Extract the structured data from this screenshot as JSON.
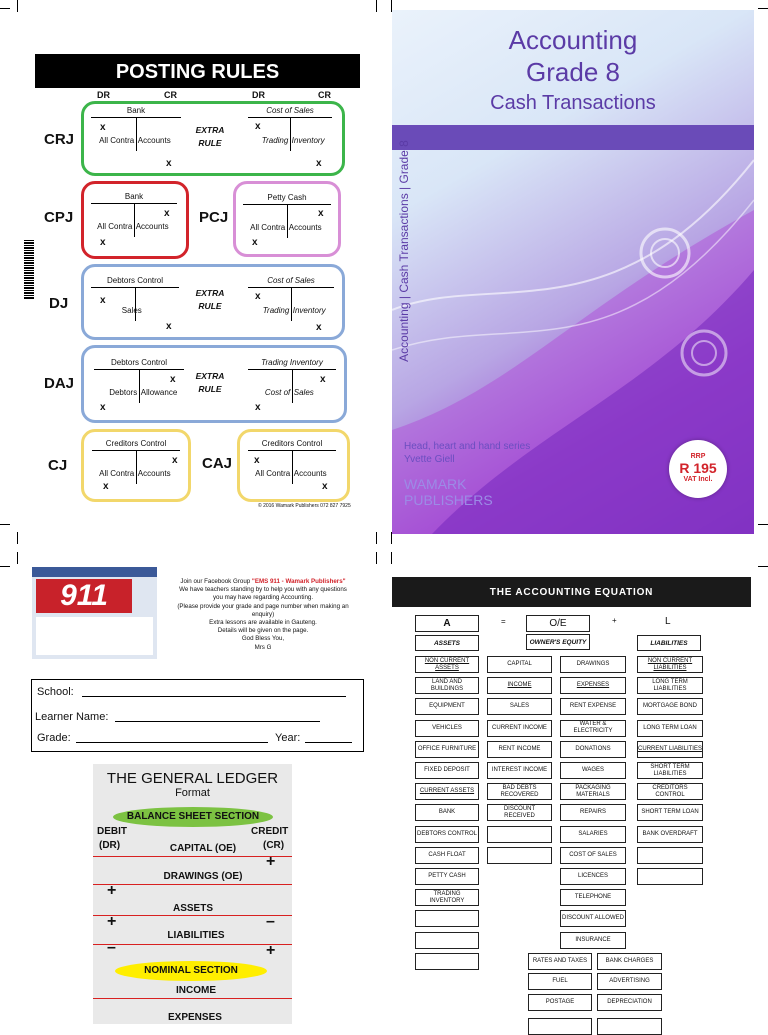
{
  "posting_rules": {
    "title": "POSTING RULES",
    "dr": "DR",
    "cr": "CR",
    "journals": [
      "CRJ",
      "CPJ",
      "PCJ",
      "DJ",
      "DAJ",
      "CJ",
      "CAJ"
    ],
    "extra_rule": [
      "EXTRA",
      "RULE"
    ],
    "accounts": {
      "bank": "Bank",
      "cost_of_sales": "Cost of Sales",
      "petty_cash": "Petty Cash",
      "debtors_control": "Debtors Control",
      "creditors_control": "Creditors Control",
      "trading_inventory": "Trading Inventory",
      "all_contra": "All Contra",
      "accounts": "Accounts",
      "trading": "Trading",
      "inventory": "Inventory",
      "sales": "Sales",
      "debtors": "Debtors",
      "allowance": "Allowance",
      "cost_of": "Cost of",
      "sales_word": "Sales"
    },
    "mark": "x",
    "copyright": "©   2016 Wamark Publishers 072 827 7925",
    "colors": {
      "green": "#3cb54a",
      "red": "#d2232a",
      "pink": "#d88fd6",
      "blue": "#8aa9d8",
      "yellow": "#f2d76b"
    }
  },
  "cover": {
    "title_line1": "Accounting",
    "title_line2": "Grade 8",
    "subtitle": "Cash Transactions",
    "spine": "Accounting | Cash Transactions | Grade 8",
    "series": "Head, heart and hand series",
    "author": "Yvette Giell",
    "publisher_line1": "WAMARK",
    "publisher_line2": "PUBLISHERS",
    "rrp_label": "RRP",
    "price": "R 195",
    "vat": "VAT Incl."
  },
  "notice": {
    "logo": "911",
    "line1_prefix": "Join our Facebook Group ",
    "line1_group": "\"EMS 911 - Wamark Publishers\"",
    "lines": [
      "We have teachers standing by to help you with any questions",
      "you may have regarding Accounting.",
      "(Please provide your grade and page number when making an",
      "enquiry)",
      "Extra lessons are available in Gauteng.",
      "Details will be given on the page.",
      "God Bless You,",
      "Mrs G"
    ]
  },
  "form": {
    "school": "School:",
    "learner": "Learner Name:",
    "grade": "Grade:",
    "year": "Year:"
  },
  "ledger": {
    "title": "THE GENERAL LEDGER",
    "format": "Format",
    "balance_section": "BALANCE SHEET SECTION",
    "debit": "DEBIT",
    "dr": "(DR)",
    "credit": "CREDIT",
    "cr": "(CR)",
    "items": [
      "CAPITAL (OE)",
      "DRAWINGS  (OE)",
      "ASSETS",
      "LIABILITIES"
    ],
    "nominal_section": "NOMINAL SECTION",
    "nominal_items": [
      "INCOME",
      "EXPENSES"
    ],
    "plus": "+",
    "minus": "–"
  },
  "equation": {
    "title": "THE ACCOUNTING EQUATION",
    "a": "A",
    "eq": "=",
    "oe": "O/E",
    "plus": "+",
    "l": "L",
    "headers": [
      "ASSETS",
      "OWNER'S EQUITY",
      "LIABILITIES"
    ],
    "assets": [
      "NON CURRENT ASSETS",
      "LAND AND BUILDINGS",
      "EQUIPMENT",
      "VEHICLES",
      "OFFICE FURNITURE",
      "FIXED DEPOSIT",
      "CURRENT ASSETS",
      "BANK",
      "DEBTORS CONTROL",
      "CASH FLOAT",
      "PETTY CASH",
      "TRADING INVENTORY"
    ],
    "oe_col1": [
      "CAPITAL",
      "INCOME",
      "SALES",
      "CURRENT INCOME",
      "RENT INCOME",
      "INTEREST INCOME",
      "BAD DEBTS RECOVERED",
      "DISCOUNT RECEIVED"
    ],
    "oe_col2": [
      "DRAWINGS",
      "EXPENSES",
      "RENT EXPENSE",
      "WATER & ELECTRICITY",
      "DONATIONS",
      "WAGES",
      "PACKAGING MATERIALS",
      "REPAIRS",
      "SALARIES",
      "COST OF SALES",
      "LICENCES",
      "TELEPHONE",
      "DISCOUNT ALLOWED",
      "INSURANCE"
    ],
    "bottom_row": [
      [
        "RATES AND TAXES",
        "BANK CHARGES"
      ],
      [
        "FUEL",
        "ADVERTISING"
      ],
      [
        "POSTAGE",
        "DEPRECIATION"
      ]
    ],
    "liabilities": [
      "NON CURRENT LIABILITIES",
      "LONG TERM LIABILITIES",
      "MORTGAGE BOND",
      "LONG TERM LOAN",
      "CURRENT LIABILITIES",
      "SHORT TERM LIABILITIES",
      "CREDITORS CONTROL",
      "SHORT TERM LOAN",
      "BANK OVERDRAFT"
    ]
  }
}
